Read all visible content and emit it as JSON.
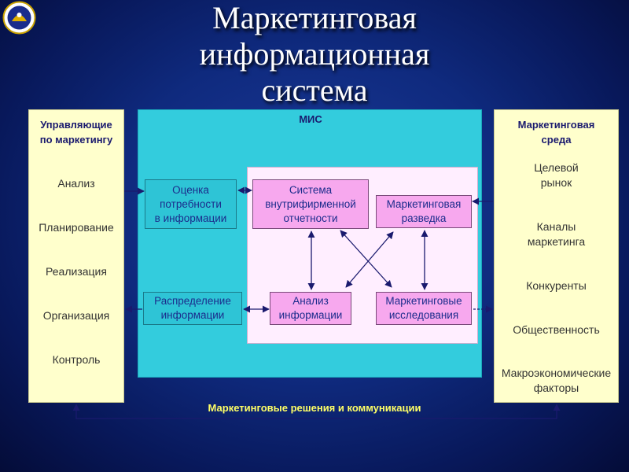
{
  "title": {
    "line1": "Маркетинговая",
    "line2": "информационная",
    "line3": "система"
  },
  "left_panel": {
    "heading_line1": "Управляющие",
    "heading_line2": "по маркетингу",
    "items": [
      "Анализ",
      "Планирование",
      "Реализация",
      "Организация",
      "Контроль"
    ]
  },
  "right_panel": {
    "heading_line1": "Маркетинговая",
    "heading_line2": "среда",
    "items": [
      [
        "Целевой",
        "рынок"
      ],
      [
        "Каналы",
        "маркетинга"
      ],
      [
        "Конкуренты"
      ],
      [
        "Общественность"
      ],
      [
        "Макроэкономические",
        "факторы"
      ]
    ]
  },
  "mis": {
    "label": "МИС",
    "assess": [
      "Оценка",
      "потребности",
      "в информации"
    ],
    "distribute": [
      "Распределение",
      "информации"
    ],
    "internal": [
      "Система",
      "внутрифирменной",
      "отчетности"
    ],
    "intelligence": [
      "Маркетинговая",
      "разведка"
    ],
    "analysis": [
      "Анализ",
      "информации"
    ],
    "research": [
      "Маркетинговые",
      "исследования"
    ]
  },
  "bottom_label": "Маркетинговые решения и коммуникации",
  "colors": {
    "background": "#0f2a7e",
    "panel": "#ffffcc",
    "mis": "#33ccdd",
    "inner": "#ffeeff",
    "pink_box": "#f7a8ee",
    "teal_box": "#2ec4d6",
    "arrow": "#1a1a6e",
    "bottom_text": "#ffff66"
  }
}
